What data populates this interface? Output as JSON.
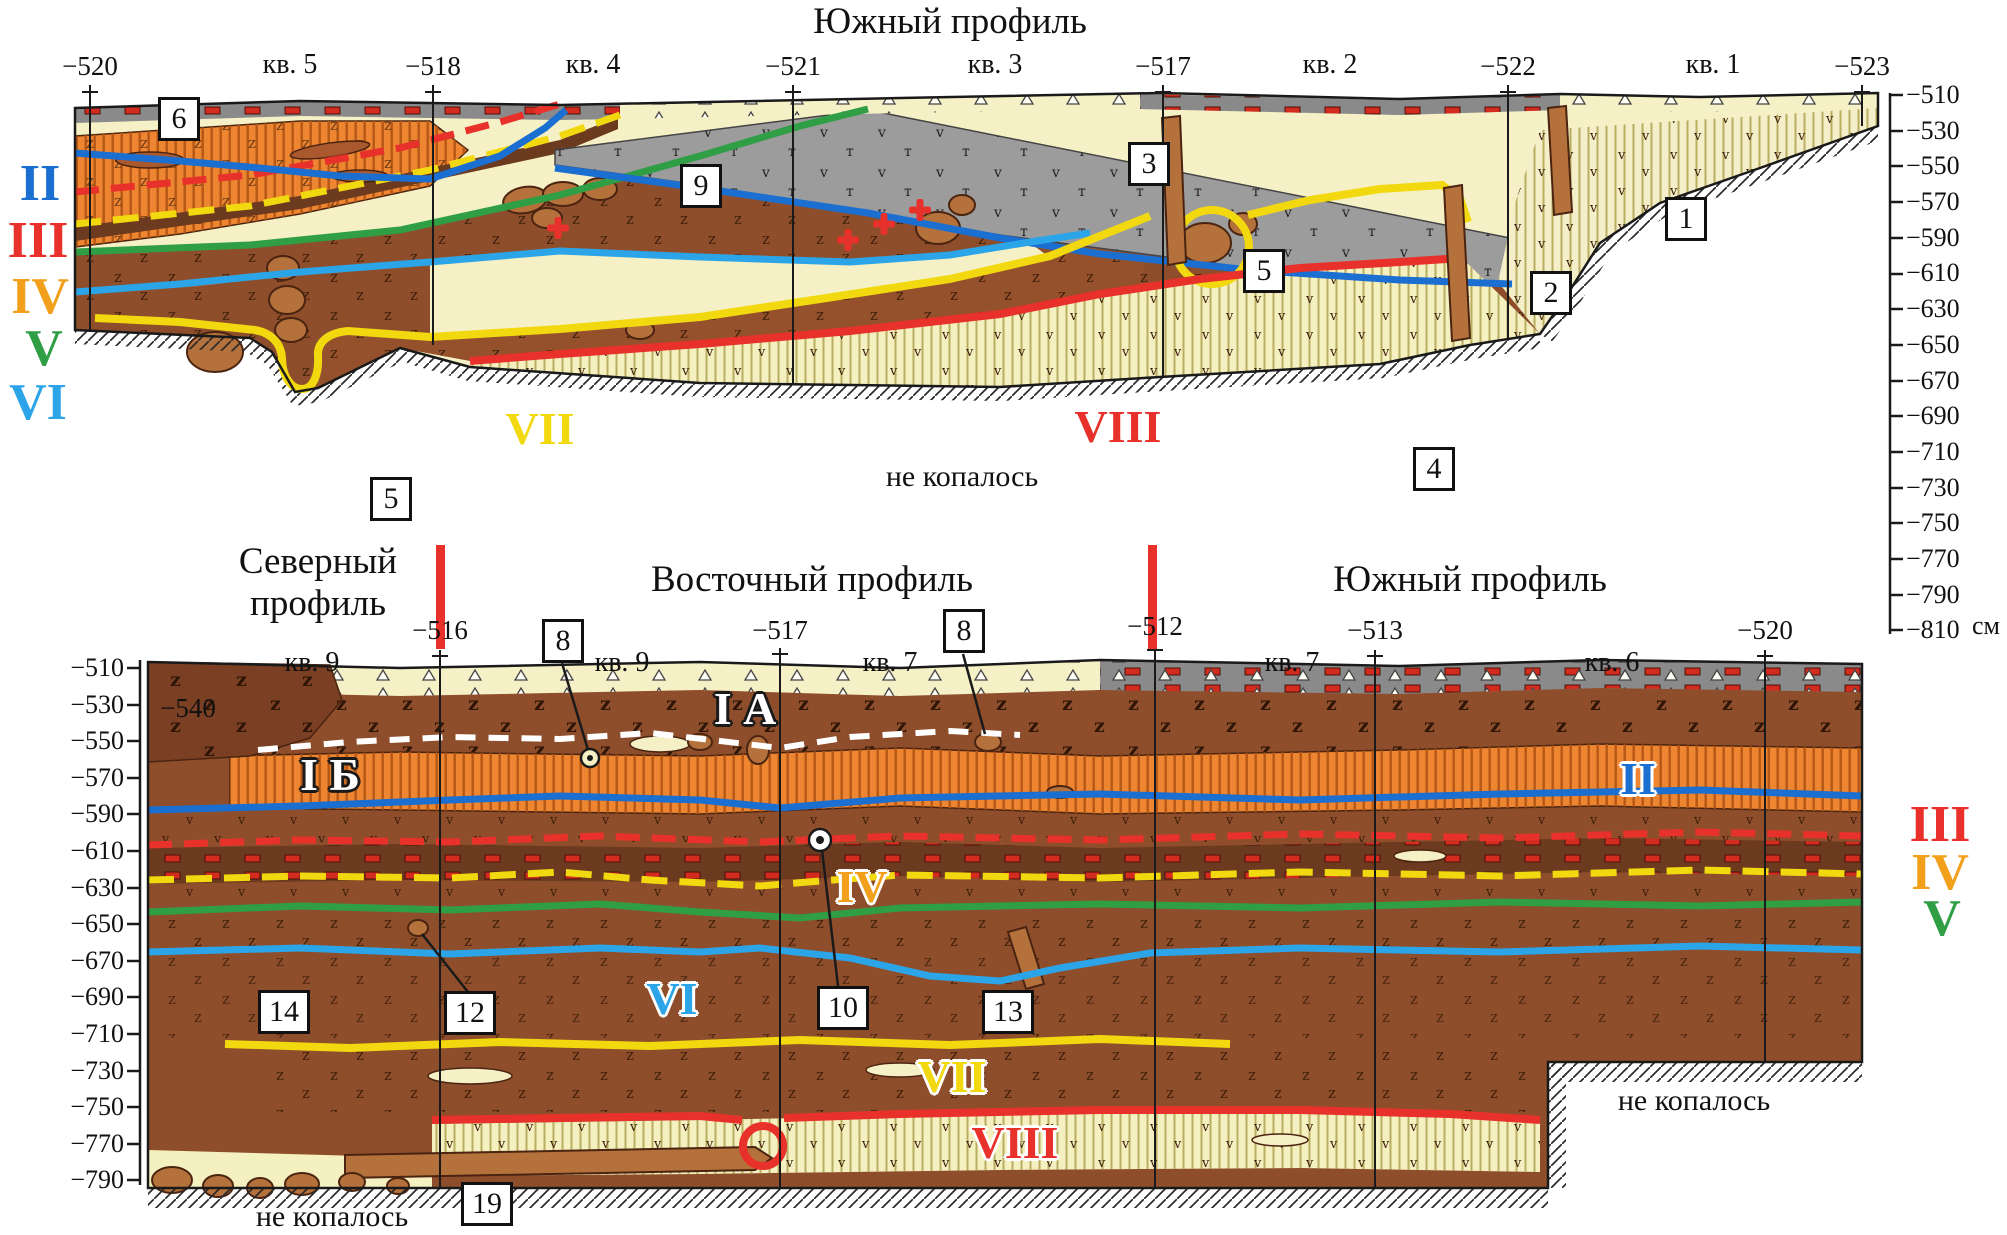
{
  "colors": {
    "layer_ii_blue": "#1b6fd1",
    "layer_iii_red": "#e8312a",
    "layer_iv_orange": "#f2a01b",
    "layer_v_green": "#2f9e45",
    "layer_vi_lightblue": "#2ba5e8",
    "layer_vii_yellow": "#f2d90f",
    "layer_viii_red": "#e8312a",
    "section_divider_red": "#e8312a",
    "soil_brown": "#8f4e2b",
    "soil_orange": "#ed8531",
    "soil_cream": "#f6f0c6",
    "soil_gray": "#8a8a8a"
  },
  "art": {
    "texture_symbols": [
      "z",
      "v",
      "т"
    ]
  },
  "top_profile": {
    "title": "Южный профиль",
    "quadrat_labels": [
      "кв. 5",
      "кв. 4",
      "кв. 3",
      "кв. 2",
      "кв. 1"
    ],
    "stake_labels": [
      "−520",
      "−518",
      "−521",
      "−517",
      "−522",
      "−523"
    ],
    "layer_labels_left": [
      "II",
      "III",
      "IV",
      "V",
      "VI"
    ],
    "layer_label_vii": "VII",
    "layer_label_viii": "VIII",
    "find_boxes": {
      "b6": "6",
      "b9": "9",
      "b3": "3",
      "b1": "1",
      "b2": "2",
      "b5_top": "5",
      "b5_bottom": "5",
      "b4": "4"
    },
    "not_excavated": "не копалось",
    "depth_scale": {
      "values": [
        "−510",
        "−530",
        "−550",
        "−570",
        "−590",
        "−610",
        "−630",
        "−650",
        "−670",
        "−690",
        "−710",
        "−730",
        "−750",
        "−770",
        "−790",
        "−810"
      ],
      "unit": "см"
    }
  },
  "bottom_profile": {
    "title_north_line1": "Северный",
    "title_north_line2": "профиль",
    "title_east": "Восточный профиль",
    "title_south": "Южный профиль",
    "quadrat_labels": [
      "кв. 9",
      "кв. 9",
      "кв. 7",
      "кв. 7",
      "кв. 6"
    ],
    "stake_labels": [
      "−540",
      "−516",
      "−517",
      "−512",
      "−513",
      "−520"
    ],
    "depth_scale": {
      "values": [
        "−510",
        "−530",
        "−550",
        "−570",
        "−590",
        "−610",
        "−630",
        "−650",
        "−670",
        "−690",
        "−710",
        "−730",
        "−750",
        "−770",
        "−790"
      ]
    },
    "layer_labels_right": [
      "III",
      "IV",
      "V"
    ],
    "layer_label_ia": "I А",
    "layer_label_ib": "I Б",
    "layer_label_ii": "II",
    "layer_label_iv": "IV",
    "layer_label_vi": "VI",
    "layer_label_vii": "VII",
    "layer_label_viii": "VIII",
    "find_boxes": {
      "b8_left": "8",
      "b8_right": "8",
      "b14": "14",
      "b12": "12",
      "b10": "10",
      "b13": "13",
      "b19": "19"
    },
    "not_excavated_left": "не копалось",
    "not_excavated_right": "не копалось"
  }
}
